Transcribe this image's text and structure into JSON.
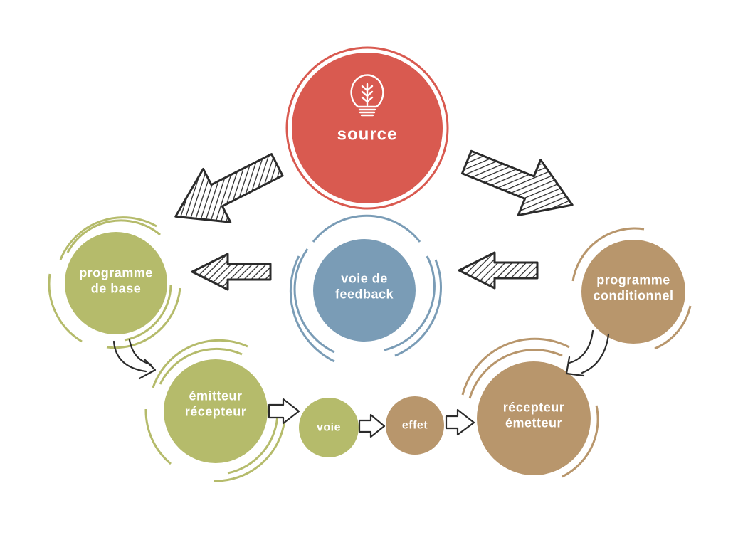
{
  "colors": {
    "source": "#d95a50",
    "green": "#b5bb6b",
    "blue": "#7a9cb6",
    "tan": "#b8966c",
    "arrow": "#2b2b2b",
    "text": "#ffffff"
  },
  "nodes": {
    "source": {
      "label": "source",
      "icon": "lightbulb-icon"
    },
    "programme_base": {
      "line1": "programme",
      "line2": "de base"
    },
    "voie_feedback": {
      "line1": "voie de",
      "line2": "feedback"
    },
    "programme_conditionnel": {
      "line1": "programme",
      "line2": "conditionnel"
    },
    "emetteur_recepteur": {
      "line1": "émitteur",
      "line2": "récepteur"
    },
    "voie": {
      "label": "voie"
    },
    "effet": {
      "label": "effet"
    },
    "recepteur_emetteur": {
      "line1": "récepteur",
      "line2": "émetteur"
    }
  },
  "edges": [
    {
      "from": "source",
      "to": "programme_base",
      "style": "hatched"
    },
    {
      "from": "source",
      "to": "programme_conditionnel",
      "style": "hatched"
    },
    {
      "from": "voie_feedback",
      "to": "programme_base",
      "style": "hatched"
    },
    {
      "from": "programme_conditionnel",
      "to": "voie_feedback",
      "style": "hatched"
    },
    {
      "from": "programme_base",
      "to": "emetteur_recepteur",
      "style": "curved"
    },
    {
      "from": "emetteur_recepteur",
      "to": "voie",
      "style": "outline"
    },
    {
      "from": "voie",
      "to": "effet",
      "style": "outline"
    },
    {
      "from": "effet",
      "to": "recepteur_emetteur",
      "style": "outline"
    },
    {
      "from": "programme_conditionnel",
      "to": "recepteur_emetteur",
      "style": "curved"
    }
  ]
}
